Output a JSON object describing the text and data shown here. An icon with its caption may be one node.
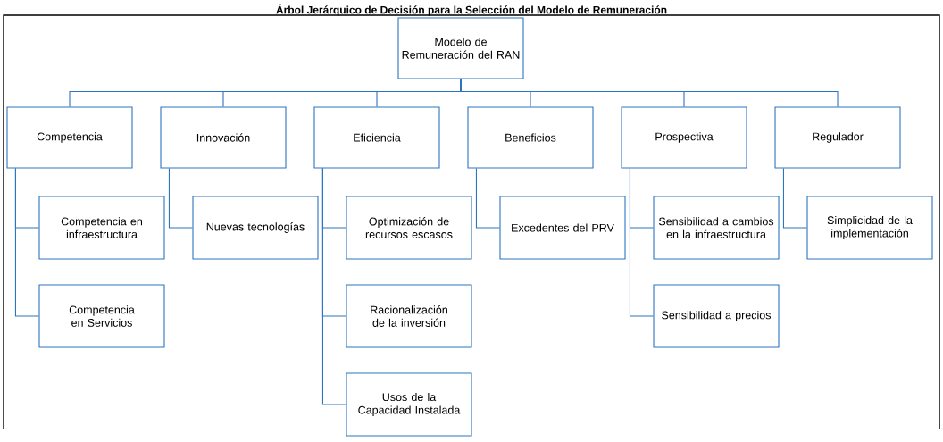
{
  "diagram": {
    "title": "Árbol Jerárquico de Decisión para la Selección del Modelo de Remuneración",
    "nodes": [
      {
        "text": [
          "Modelo de Remuneración del RAN"
        ]
      },
      {
        "text": [
          "Competencia"
        ]
      },
      {
        "text": [
          "Innovación"
        ]
      },
      {
        "text": [
          "Eficiencia"
        ]
      },
      {
        "text": [
          "Beneficios"
        ]
      },
      {
        "text": [
          "Prospectiva"
        ]
      },
      {
        "text": [
          "Regulador"
        ]
      },
      {
        "text": [
          "Competencia en infraestructura"
        ]
      },
      {
        "text": [
          "Competencia en Servicios"
        ]
      },
      {
        "text": [
          "Nuevas tecnologías"
        ]
      },
      {
        "text": [
          "Optimización de recursos escasos"
        ]
      },
      {
        "text": [
          "Racionalización de la inversión"
        ]
      },
      {
        "text": [
          "Usos de la Capacidad Instalada"
        ]
      },
      {
        "text": [
          "Excedentes del PRV"
        ]
      },
      {
        "text": [
          "Sensibilidad a cambios en la infraestructura"
        ]
      },
      {
        "text": [
          "Sensibilidad a precios"
        ]
      },
      {
        "text": [
          "Simplicidad de la implementación"
        ]
      }
    ],
    "edges": [
      {
        "from": 0,
        "to": 1,
        "arrow": "none"
      },
      {
        "from": 0,
        "to": 2,
        "arrow": "none"
      },
      {
        "from": 0,
        "to": 3,
        "arrow": "none"
      },
      {
        "from": 0,
        "to": 4,
        "arrow": "none"
      },
      {
        "from": 0,
        "to": 5,
        "arrow": "none"
      },
      {
        "from": 0,
        "to": 6,
        "arrow": "none"
      },
      {
        "from": 1,
        "to": 7,
        "arrow": "none"
      },
      {
        "from": 1,
        "to": 8,
        "arrow": "none"
      },
      {
        "from": 2,
        "to": 9,
        "arrow": "none"
      },
      {
        "from": 3,
        "to": 10,
        "arrow": "none"
      },
      {
        "from": 3,
        "to": 11,
        "arrow": "none"
      },
      {
        "from": 3,
        "to": 12,
        "arrow": "none"
      },
      {
        "from": 4,
        "to": 13,
        "arrow": "none"
      },
      {
        "from": 5,
        "to": 14,
        "arrow": "none"
      },
      {
        "from": 5,
        "to": 15,
        "arrow": "none"
      },
      {
        "from": 6,
        "to": 16,
        "arrow": "none"
      }
    ]
  }
}
